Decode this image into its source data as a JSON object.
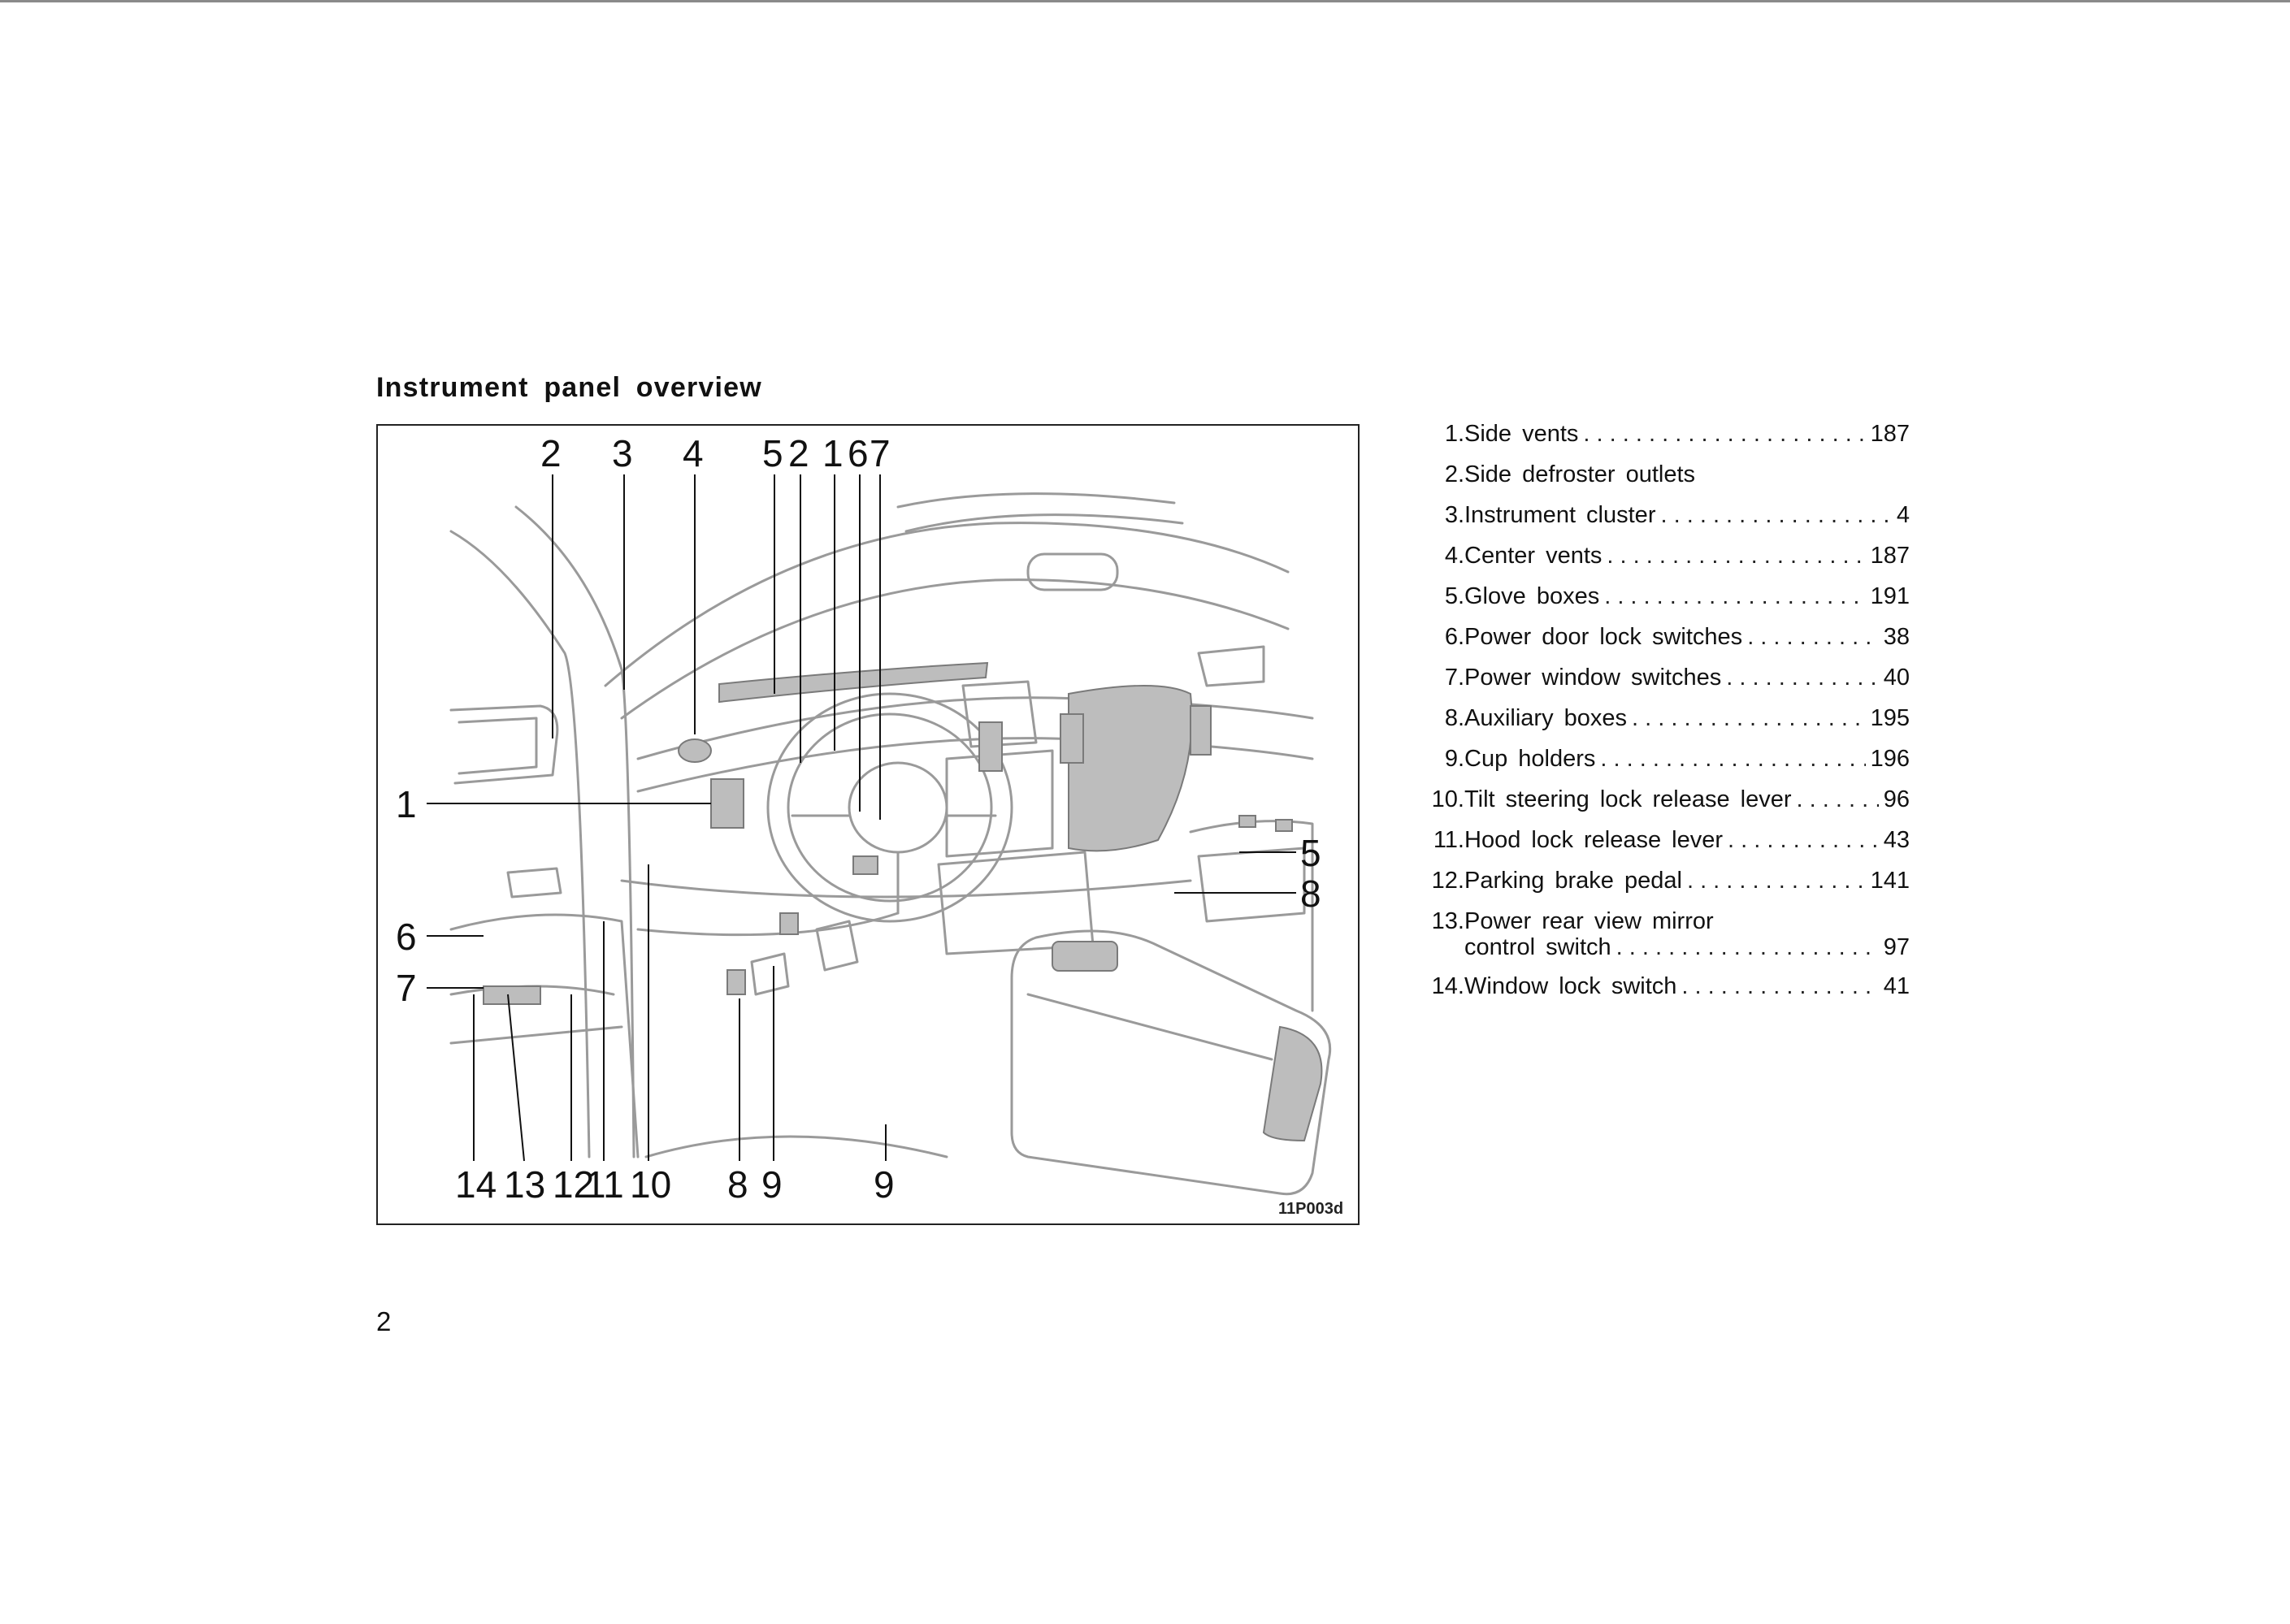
{
  "page": {
    "title": "Instrument panel overview",
    "page_number": "2",
    "figure_code": "11P003d"
  },
  "callouts": {
    "top": [
      "2",
      "3",
      "4",
      "5",
      "2",
      "1",
      "6",
      "7"
    ],
    "left": [
      "1",
      "6",
      "7"
    ],
    "right": [
      "5",
      "8"
    ],
    "bottom": [
      "14",
      "13",
      "12",
      "11",
      "10",
      "8",
      "9",
      "9"
    ]
  },
  "legend": [
    {
      "num": "1.",
      "label": "Side vents",
      "page": "187"
    },
    {
      "num": "2.",
      "label": "Side defroster outlets",
      "page": ""
    },
    {
      "num": "3.",
      "label": "Instrument cluster",
      "page": "4"
    },
    {
      "num": "4.",
      "label": "Center vents",
      "page": "187"
    },
    {
      "num": "5.",
      "label": "Glove boxes",
      "page": "191"
    },
    {
      "num": "6.",
      "label": "Power door lock switches",
      "page": "38"
    },
    {
      "num": "7.",
      "label": "Power window switches",
      "page": "40"
    },
    {
      "num": "8.",
      "label": "Auxiliary boxes",
      "page": "195"
    },
    {
      "num": "9.",
      "label": "Cup holders",
      "page": "196"
    },
    {
      "num": "10.",
      "label": "Tilt steering lock release lever",
      "page": "96"
    },
    {
      "num": "11.",
      "label": "Hood lock release lever",
      "page": "43"
    },
    {
      "num": "12.",
      "label": "Parking brake pedal",
      "page": "141"
    },
    {
      "num": "13.",
      "label": "Power rear view mirror",
      "label_line2": "control switch",
      "page": "97"
    },
    {
      "num": "14.",
      "label": "Window lock switch",
      "page": "41"
    }
  ]
}
